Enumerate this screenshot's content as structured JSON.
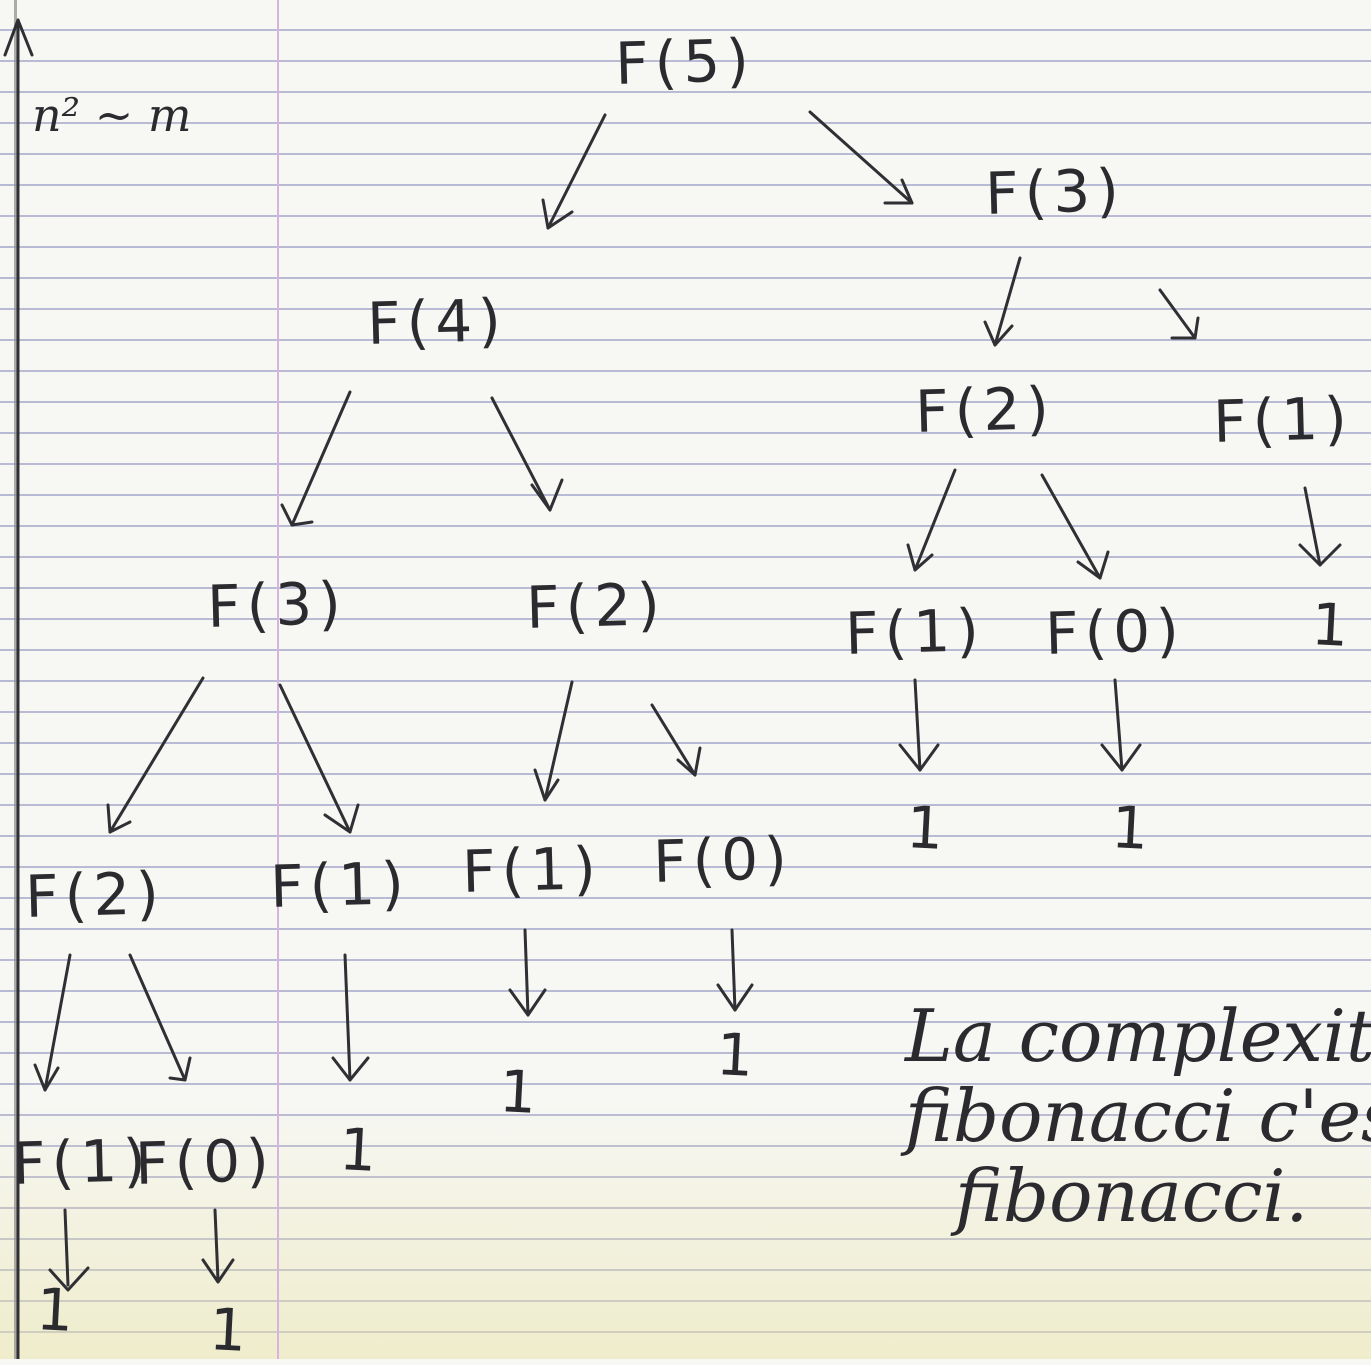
{
  "nodes": {
    "f5": "F(5)",
    "f4": "F(4)",
    "f3_right": "F(3)",
    "f3_left": "F(3)",
    "f2_under_f4": "F(2)",
    "f2_under_f3_right": "F(2)",
    "f1_under_f3_right": "F(1)",
    "f1_under_f2_right": "F(1)",
    "f0_under_f2_right": "F(0)",
    "f2_leftmost": "F(2)",
    "f1_under_f3_left": "F(1)",
    "f1_under_f2_mid": "F(1)",
    "f0_under_f2_mid": "F(0)",
    "f1_bottom_left": "F(1)",
    "f0_bottom_left": "F(0)"
  },
  "leaves": {
    "under_f1_right": "1",
    "under_f1_f2_right": "1",
    "under_f0_f2_right": "1",
    "under_f1_f3_left": "1",
    "under_f1_f2_mid": "1",
    "under_f0_f2_mid": "1",
    "under_f1_bottom_left": "1",
    "under_f0_bottom_left": "1"
  },
  "corner_note": "n² ~ m",
  "note_lines": [
    "La complexité",
    "fibonacci c'est",
    "fibonacci."
  ],
  "colors": {
    "ink": "#2b2b2f",
    "paper": "#f7f7f4",
    "rule_line": "#b9bbd4",
    "margin_line": "#d9b2e0"
  }
}
